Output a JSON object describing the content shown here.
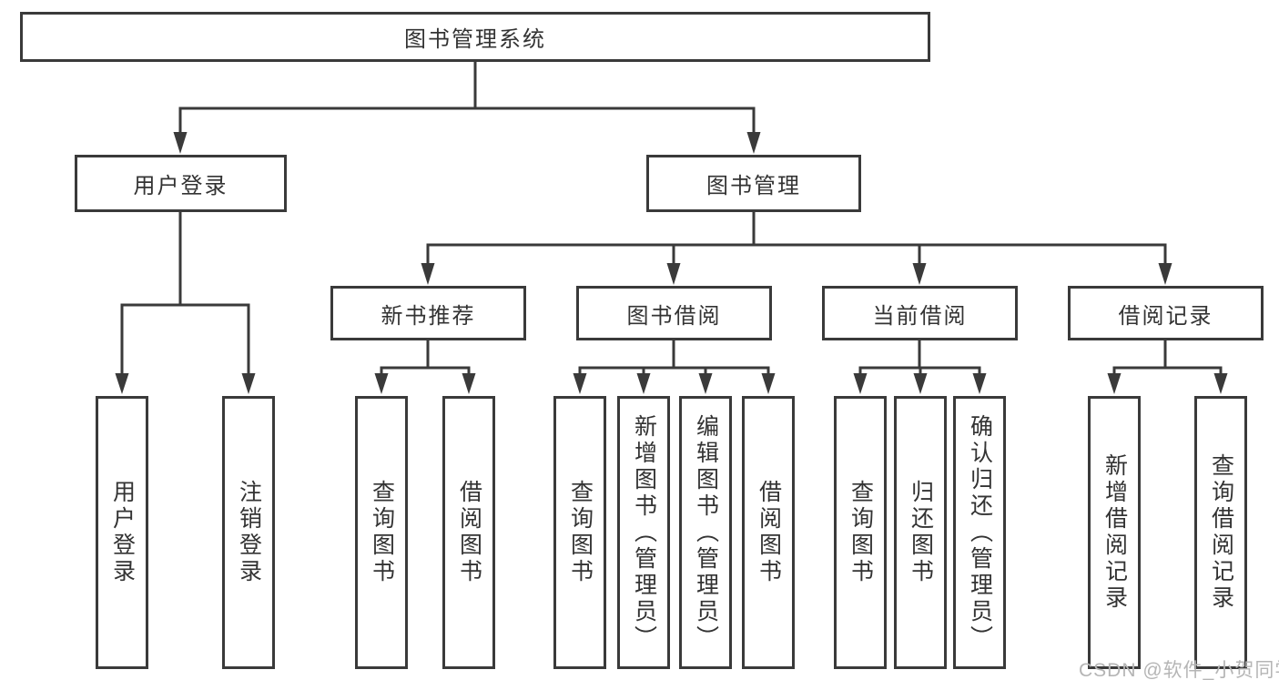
{
  "watermark": "CSDN @软件_小贺同学",
  "colors": {
    "line": "#3a3a3a",
    "box_border": "#3a3a3a",
    "text": "#333333",
    "watermark": "#b5b5b5",
    "background": "#ffffff"
  },
  "tree": {
    "root": {
      "label": "图书管理系统"
    },
    "level2": [
      {
        "label": "用户登录",
        "children": [
          {
            "label": "用户登录"
          },
          {
            "label": "注销登录"
          }
        ]
      },
      {
        "label": "图书管理",
        "children": [
          {
            "label": "新书推荐",
            "children": [
              {
                "label": "查询图书"
              },
              {
                "label": "借阅图书"
              }
            ]
          },
          {
            "label": "图书借阅",
            "children": [
              {
                "label": "查询图书"
              },
              {
                "label": "新增图书（管理员）"
              },
              {
                "label": "编辑图书（管理员）"
              },
              {
                "label": "借阅图书"
              }
            ]
          },
          {
            "label": "当前借阅",
            "children": [
              {
                "label": "查询图书"
              },
              {
                "label": "归还图书"
              },
              {
                "label": "确认归还（管理员）"
              }
            ]
          },
          {
            "label": "借阅记录",
            "children": [
              {
                "label": "新增借阅记录"
              },
              {
                "label": "查询借阅记录"
              }
            ]
          }
        ]
      }
    ]
  }
}
